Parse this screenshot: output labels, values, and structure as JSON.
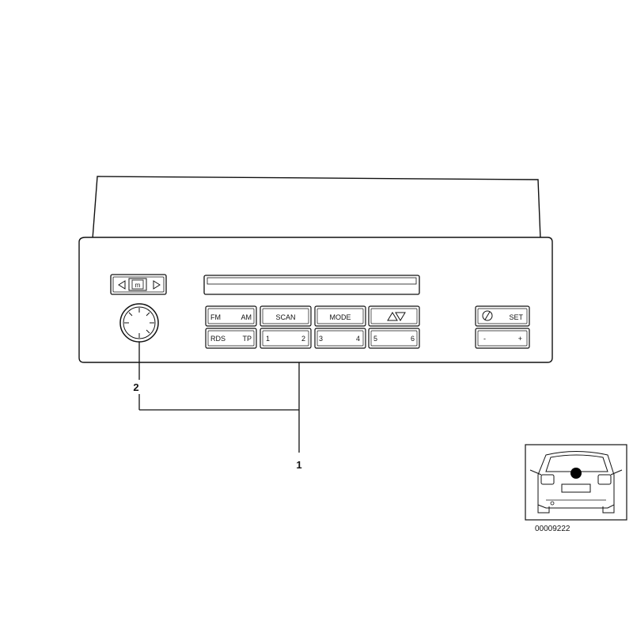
{
  "radio": {
    "buttons": {
      "fm": "FM",
      "am": "AM",
      "scan": "SCAN",
      "mode": "MODE",
      "rds": "RDS",
      "tp": "TP",
      "preset_1": "1",
      "preset_2": "2",
      "preset_3": "3",
      "preset_4": "4",
      "preset_5": "5",
      "preset_6": "6",
      "set": "SET",
      "minus": "-",
      "plus": "+"
    },
    "icons": {
      "seek_left": "triangle-left-icon",
      "m_button": "m-icon",
      "seek_right": "triangle-right-icon",
      "tune": "triangle-up-down-icon",
      "clock": "clock-icon"
    }
  },
  "callouts": {
    "knob": "2",
    "unit": "1"
  },
  "thumbnail": {
    "part_number": "00009222"
  }
}
